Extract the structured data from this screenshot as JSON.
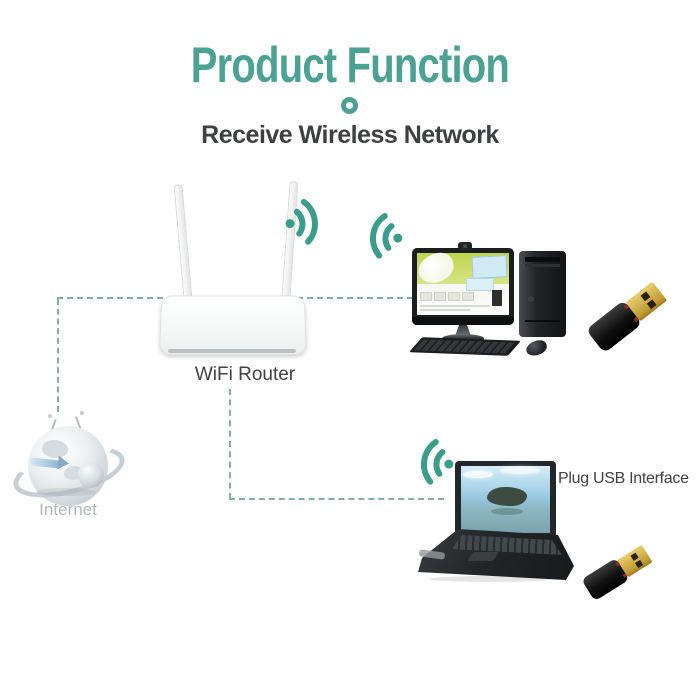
{
  "header": {
    "title": "Product Function",
    "subtitle": "Receive Wireless Network"
  },
  "labels": {
    "router": "WiFi Router",
    "internet": "Internet",
    "plug_usb": "Plug USB Interface"
  },
  "icons": [
    "ring-bullet-icon",
    "wifi-signal-icon",
    "internet-globe-icon",
    "wifi-router-icon",
    "desktop-computer-icon",
    "laptop-icon",
    "usb-wifi-adapter-icon"
  ],
  "colors": {
    "accent_teal": "#4ba294",
    "wifi_signal_teal": "#3a9c8b",
    "dashed_line_teal": "#82aea5",
    "label_dark": "#3f4040",
    "label_light": "#b3b8bb",
    "usb_gold": "#c09a33",
    "monitor_screen_green": "#c6d95e",
    "laptop_screen_blue": "#a8d3e8"
  },
  "connections": [
    {
      "from": "internet",
      "to": "router",
      "style": "dashed"
    },
    {
      "from": "router",
      "to": "desktop",
      "style": "dashed"
    },
    {
      "from": "router",
      "to": "laptop",
      "style": "dashed"
    }
  ]
}
